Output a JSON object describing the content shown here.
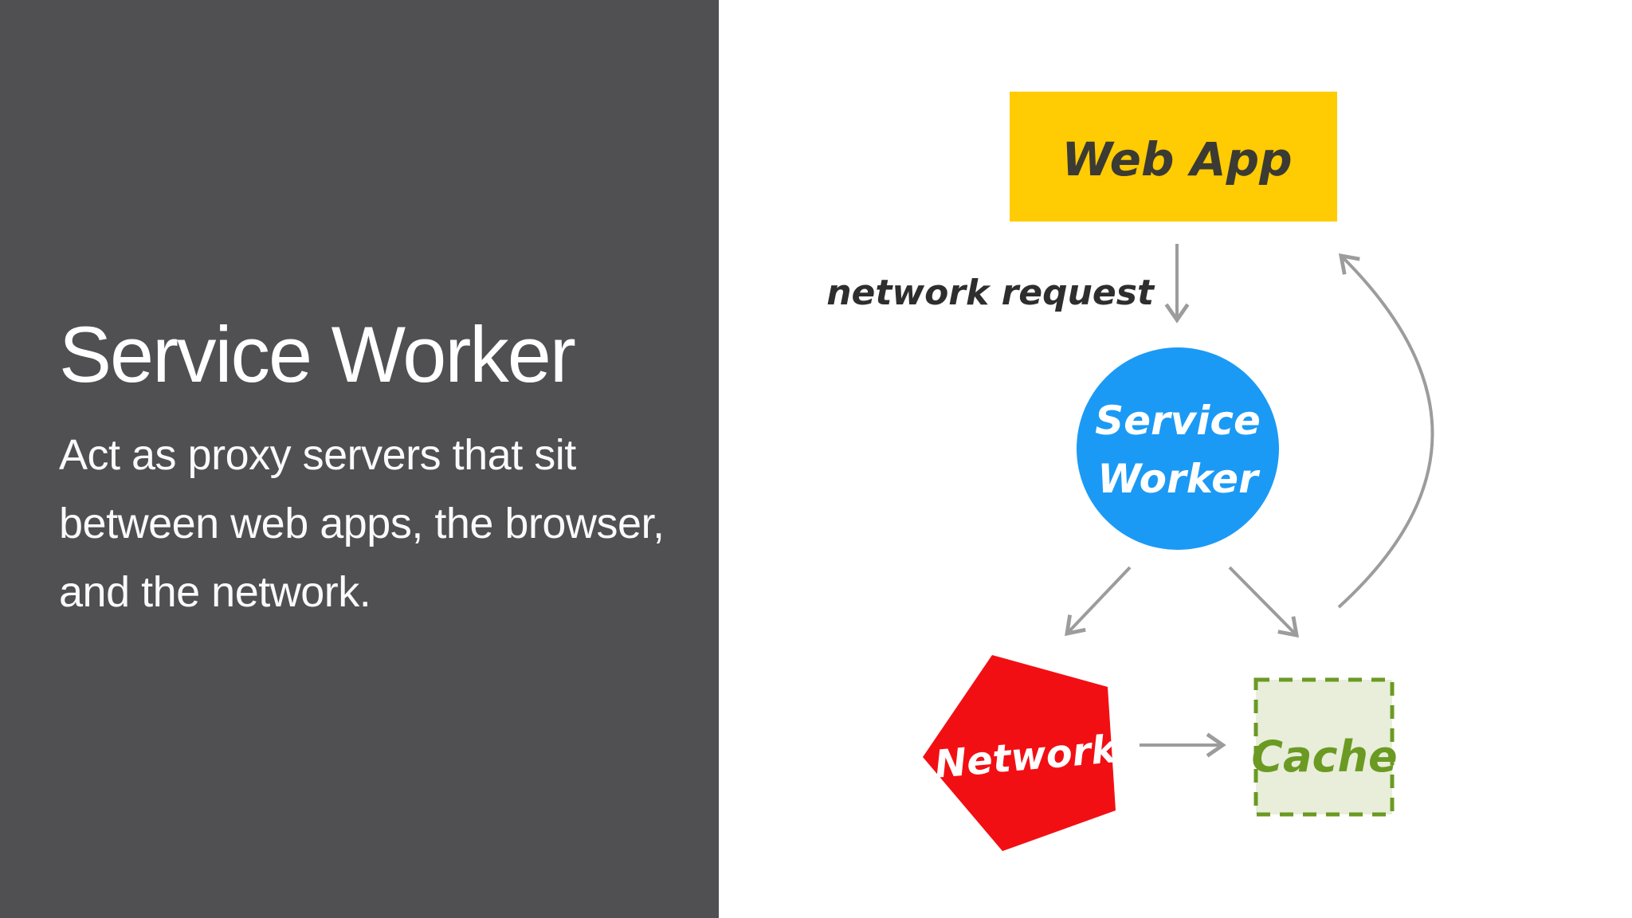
{
  "slide": {
    "title": "Service Worker",
    "body_lines": [
      "Act as proxy servers that sit",
      "between web apps, the browser,",
      "and the network."
    ],
    "panel_color": "#505052",
    "text_color": "#FFFFFF"
  },
  "diagram": {
    "background": "#FFFFFF",
    "arrow_color": "#9C9C9C",
    "nodes": {
      "web_app": {
        "label": "Web App",
        "shape": "rectangle",
        "fill": "#FFCB02",
        "text_color": "#3B3B33"
      },
      "service_worker": {
        "label_lines": [
          "Service",
          "Worker"
        ],
        "shape": "circle",
        "fill": "#1B9AF5",
        "text_color": "#FFFFFF"
      },
      "network": {
        "label": "Network",
        "shape": "pentagon",
        "fill": "#F20F14",
        "text_color": "#FFFFFF"
      },
      "cache": {
        "label": "Cache",
        "shape": "dashed-square",
        "fill": "#E8EEDA",
        "border_color": "#6B9A23",
        "text_color": "#6B9A23"
      }
    },
    "edges": [
      {
        "from": "Web App",
        "to": "Service Worker",
        "label": "network request",
        "style": "straight"
      },
      {
        "from": "Service Worker",
        "to": "Network",
        "label": "",
        "style": "straight"
      },
      {
        "from": "Service Worker",
        "to": "Cache",
        "label": "",
        "style": "straight"
      },
      {
        "from": "Network",
        "to": "Cache",
        "label": "",
        "style": "straight"
      },
      {
        "from": "Cache",
        "to": "Web App",
        "label": "",
        "style": "curved"
      }
    ]
  }
}
